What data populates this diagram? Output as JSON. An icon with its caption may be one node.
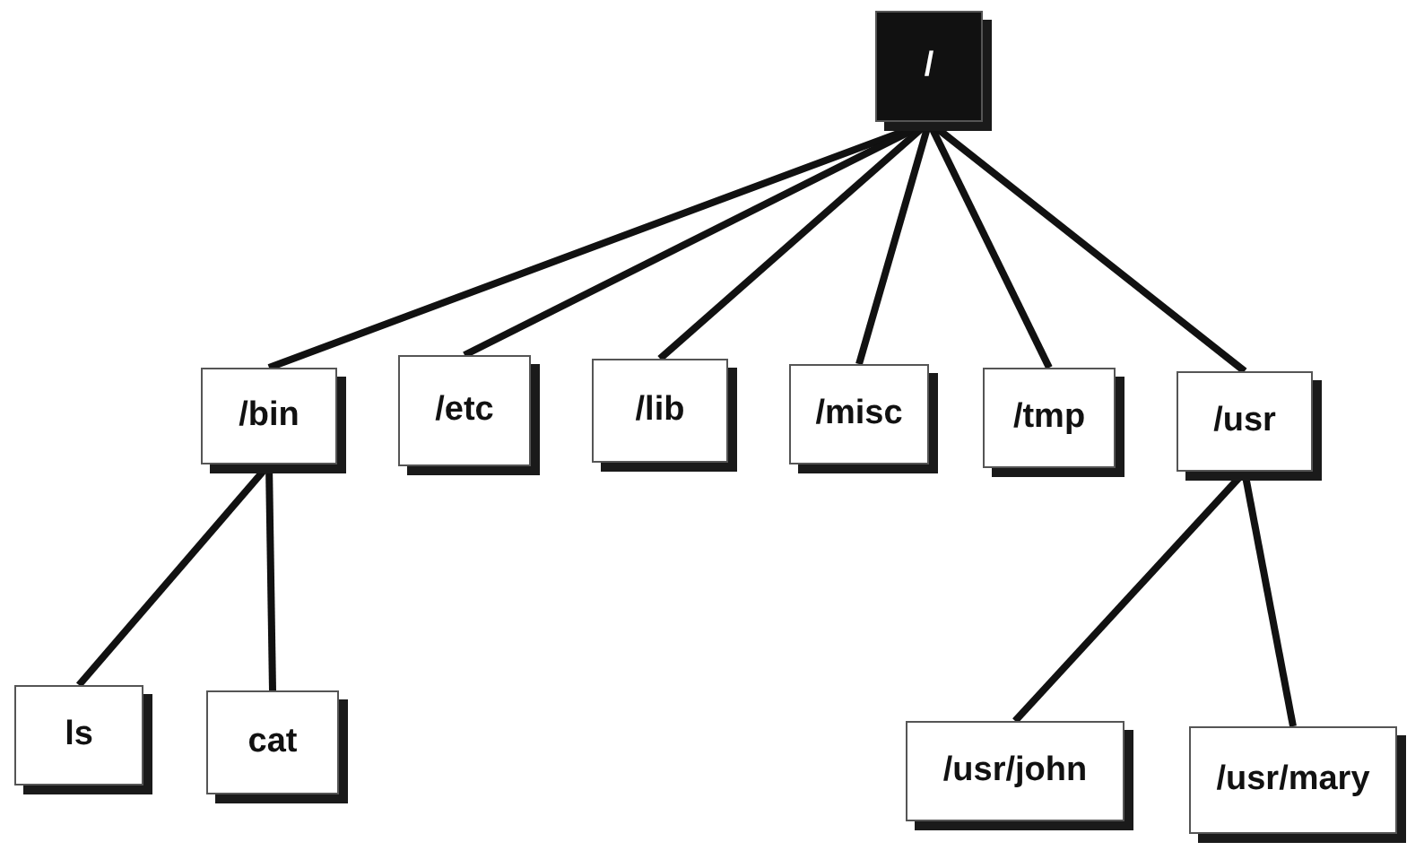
{
  "diagram": {
    "nodes": [
      {
        "text": [
          "/"
        ]
      },
      {
        "text": [
          "/bin"
        ]
      },
      {
        "text": [
          "/etc"
        ]
      },
      {
        "text": [
          "/lib"
        ]
      },
      {
        "text": [
          "/misc"
        ]
      },
      {
        "text": [
          "/tmp"
        ]
      },
      {
        "text": [
          "/usr"
        ]
      },
      {
        "text": [
          "ls"
        ]
      },
      {
        "text": [
          "cat"
        ]
      },
      {
        "text": [
          "/usr/john"
        ]
      },
      {
        "text": [
          "/usr/mary"
        ]
      }
    ],
    "edges": [
      {
        "from": 0,
        "to": 1,
        "arrow": "none"
      },
      {
        "from": 0,
        "to": 2,
        "arrow": "none"
      },
      {
        "from": 0,
        "to": 3,
        "arrow": "none"
      },
      {
        "from": 0,
        "to": 4,
        "arrow": "none"
      },
      {
        "from": 0,
        "to": 5,
        "arrow": "none"
      },
      {
        "from": 0,
        "to": 6,
        "arrow": "none"
      },
      {
        "from": 1,
        "to": 7,
        "arrow": "none"
      },
      {
        "from": 1,
        "to": 8,
        "arrow": "none"
      },
      {
        "from": 6,
        "to": 9,
        "arrow": "none"
      },
      {
        "from": 6,
        "to": 10,
        "arrow": "none"
      }
    ]
  }
}
